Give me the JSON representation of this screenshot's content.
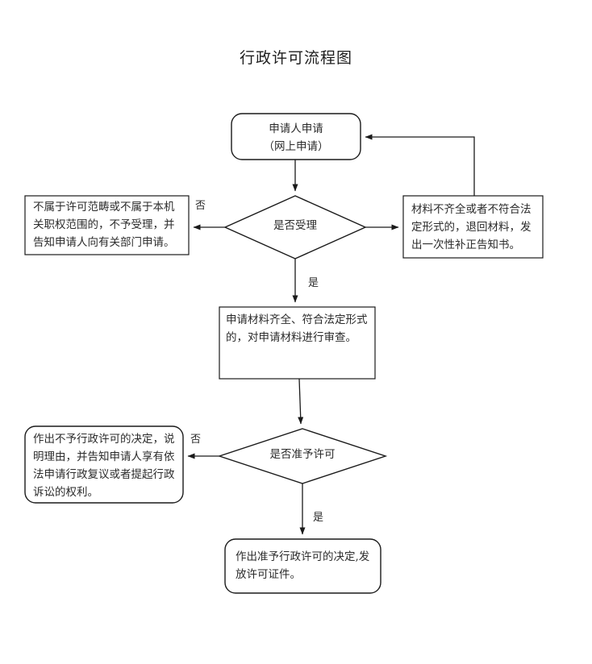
{
  "document": {
    "title": "行政许可流程图"
  },
  "nodes": {
    "start": {
      "label": "申请人申请\n（网上申请）",
      "shape": "rounded-rectangle"
    },
    "decision_accept": {
      "label": "是否受理",
      "shape": "diamond"
    },
    "reject_not_in_scope": {
      "label": "不属于许可范畴或不属于本机关职权范围的，不予受理，并告知申请人向有关部门申请。",
      "shape": "rectangle"
    },
    "materials_incomplete": {
      "label": "材料不齐全或者不符合法定形式的，退回材料，发出一次性补正告知书。",
      "shape": "rectangle"
    },
    "review": {
      "label": "申请材料齐全、符合法定形式的，对申请材料进行审查。",
      "shape": "rectangle"
    },
    "decision_approve": {
      "label": "是否准予许可",
      "shape": "diamond"
    },
    "not_approved": {
      "label": "作出不予行政许可的决定，说明理由，并告知申请人享有依法申请行政复议或者提起行政诉讼的权利。",
      "shape": "rounded-rectangle"
    },
    "approved": {
      "label": "作出准予行政许可的决定,发放许可证件。",
      "shape": "rounded-rectangle"
    }
  },
  "edge_labels": {
    "accept_no": "否",
    "accept_yes": "是",
    "approve_no": "否",
    "approve_yes": "是"
  },
  "colors": {
    "stroke": "#1a1a1a",
    "text": "#2b2b2b",
    "background": "#ffffff"
  }
}
